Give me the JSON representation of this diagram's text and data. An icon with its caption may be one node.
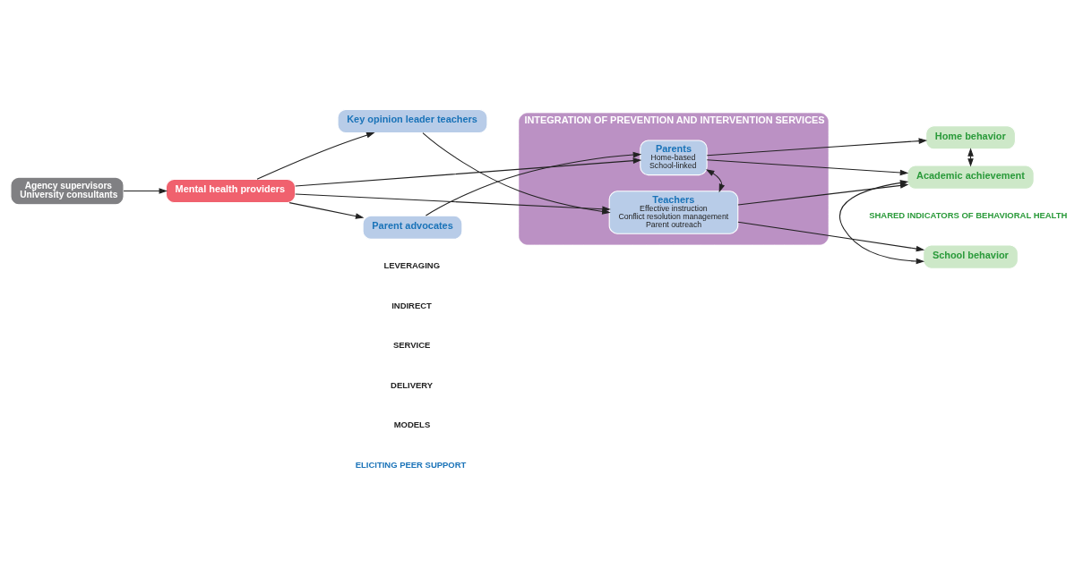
{
  "diagram": {
    "nodes": [
      {
        "text": [
          "Agency supervisors",
          "University consultants"
        ]
      },
      {
        "text": [
          "Mental health providers"
        ]
      },
      {
        "text": [
          "Key opinion leader teachers"
        ]
      },
      {
        "text": [
          "INTEGRATION OF PREVENTION AND INTERVENTION SERVICES"
        ]
      },
      {
        "text": [
          "Teachers",
          "Effective instruction",
          "Conflict resolution management",
          "Parent outreach"
        ],
        "in": 3
      },
      {
        "text": [
          "Parents",
          "Home-based",
          "School-linked"
        ],
        "in": 3
      },
      {
        "text": [
          "Parent advocates"
        ]
      },
      {
        "text": [
          "School behavior"
        ]
      },
      {
        "text": [
          "Academic achievement"
        ]
      },
      {
        "text": [
          "Home behavior"
        ]
      }
    ],
    "edges": [
      {
        "from": 0,
        "to": 1,
        "arrow": "to"
      },
      {
        "from": 1,
        "to": 2,
        "arrow": "to"
      },
      {
        "from": 1,
        "to": 4,
        "arrow": "to"
      },
      {
        "from": 1,
        "to": 5,
        "arrow": "to"
      },
      {
        "from": 1,
        "to": 6,
        "arrow": "to"
      },
      {
        "from": 2,
        "to": 4,
        "arrow": "to"
      },
      {
        "from": 4,
        "to": 5,
        "arrow": "both"
      },
      {
        "from": 6,
        "to": 5,
        "arrow": "to"
      },
      {
        "from": 4,
        "to": 7,
        "arrow": "to"
      },
      {
        "from": 4,
        "to": 8,
        "arrow": "to"
      },
      {
        "from": 5,
        "to": 8,
        "arrow": "to"
      },
      {
        "from": 5,
        "to": 9,
        "arrow": "to"
      },
      {
        "from": 7,
        "to": 8,
        "arrow": "both"
      },
      {
        "from": 8,
        "to": 9,
        "arrow": "both"
      }
    ],
    "labels": [
      "ELICITING PEER SUPPORT",
      "SHARED INDICATORS OF BEHAVIORAL HEALTH",
      "LEVERAGING",
      "INDIRECT",
      "SERVICE",
      "DELIVERY",
      "MODELS"
    ]
  }
}
